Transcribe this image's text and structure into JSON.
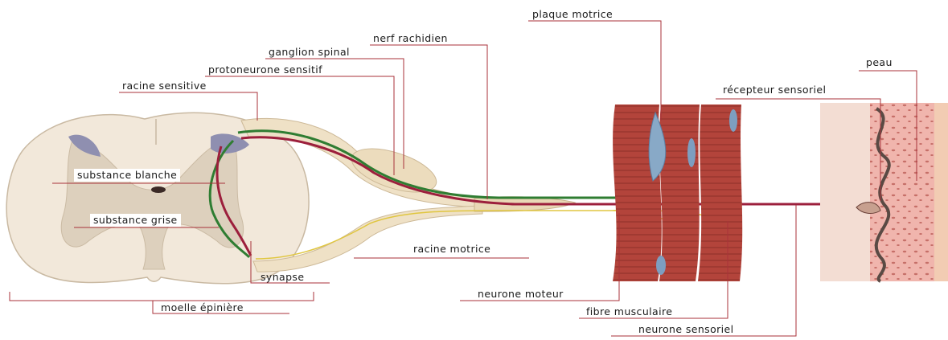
{
  "labels": {
    "plaque_motrice": "plaque motrice",
    "nerf_rachidien": "nerf rachidien",
    "ganglion_spinal": "ganglion spinal",
    "protoneurone_sensitif": "protoneurone sensitif",
    "racine_sensitive": "racine sensitive",
    "substance_blanche": "substance blanche",
    "substance_grise": "substance grise",
    "synapse": "synapse",
    "moelle_epiniere": "moelle épinière",
    "racine_motrice": "racine motrice",
    "neurone_moteur": "neurone moteur",
    "fibre_musculaire": "fibre musculaire",
    "neurone_sensoriel": "neurone sensoriel",
    "recepteur_sensoriel": "récepteur sensoriel",
    "peau": "peau"
  },
  "colors": {
    "leader_line": "#a8323a",
    "sensory_neuron": "#9c1f3c",
    "motor_neuron": "#2f7d32",
    "spinal_cord_fill": "#f1e7d9",
    "grey_matter": "#ddd1bf",
    "muscle": "#b0423a",
    "skin": "#edb0a8"
  }
}
